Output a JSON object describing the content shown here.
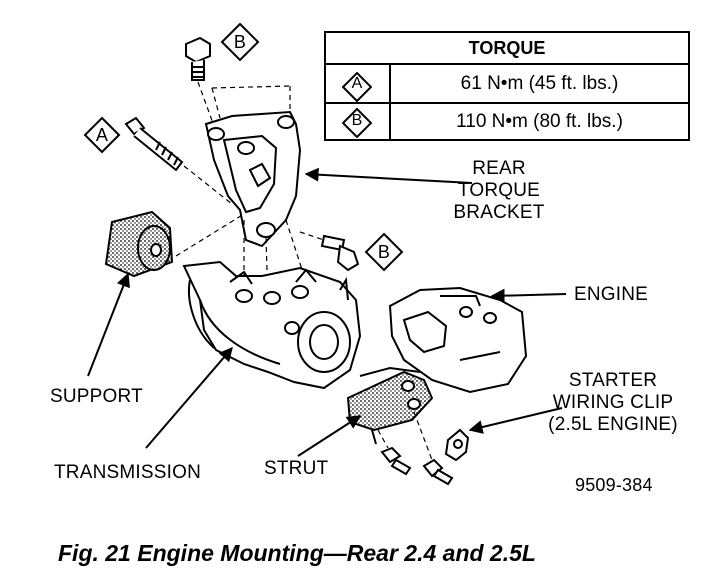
{
  "torque_table": {
    "header": "TORQUE",
    "rows": [
      {
        "badge": "A",
        "value": "61 N•m (45 ft. lbs.)"
      },
      {
        "badge": "B",
        "value": "110 N•m (80 ft. lbs.)"
      }
    ]
  },
  "badges": {
    "top_bolt": "B",
    "left_bolt": "A",
    "side_bolt": "B"
  },
  "labels": {
    "rear_torque_bracket": [
      "REAR",
      "TORQUE",
      "BRACKET"
    ],
    "engine": "ENGINE",
    "starter_wiring_clip": [
      "STARTER",
      "WIRING CLIP",
      "(2.5L ENGINE)"
    ],
    "support": "SUPPORT",
    "transmission": "TRANSMISSION",
    "strut": "STRUT"
  },
  "figure_id": "9509-384",
  "caption": "Fig. 21 Engine Mounting—Rear 2.4 and 2.5L"
}
